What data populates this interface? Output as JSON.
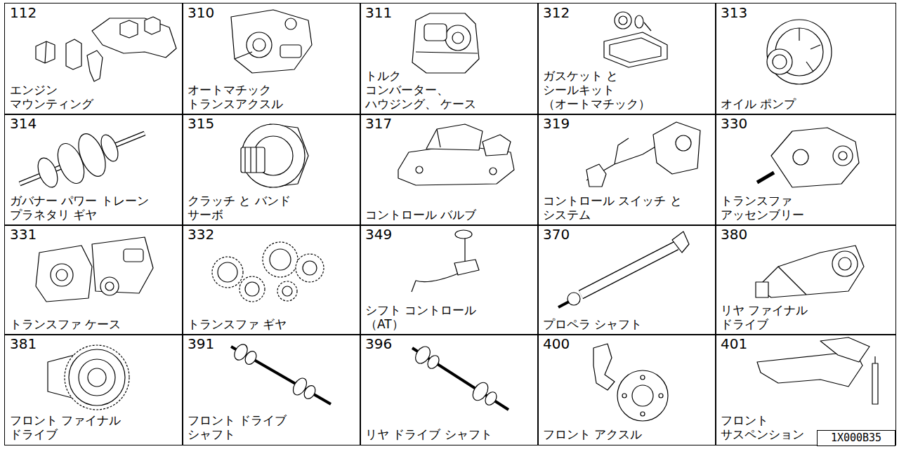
{
  "diagram": {
    "nodes": [
      {
        "text": [
          "112",
          "エンジン マウンティング"
        ]
      },
      {
        "text": [
          "310",
          "オートマチック トランスアクスル"
        ]
      },
      {
        "text": [
          "311",
          "トルク コンバーター、 ハウジング、 ケース"
        ]
      },
      {
        "text": [
          "312",
          "ガスケット と シールキット （オートマチック）"
        ]
      },
      {
        "text": [
          "313",
          "オイル ポンプ"
        ]
      },
      {
        "text": [
          "314",
          "ガバナー パワー トレーン プラネタリ ギヤ"
        ]
      },
      {
        "text": [
          "315",
          "クラッチ と バンド サーボ"
        ]
      },
      {
        "text": [
          "317",
          "コントロール バルブ"
        ]
      },
      {
        "text": [
          "319",
          "コントロール スイッチ と システム"
        ]
      },
      {
        "text": [
          "330",
          "トランスファ アッセンブリー"
        ]
      },
      {
        "text": [
          "331",
          "トランスファ ケース"
        ]
      },
      {
        "text": [
          "332",
          "トランスファ ギヤ"
        ]
      },
      {
        "text": [
          "349",
          "シフト コントロール （AT）"
        ]
      },
      {
        "text": [
          "370",
          "プロペラ シャフト"
        ]
      },
      {
        "text": [
          "380",
          "リヤ ファイナル ドライブ"
        ]
      },
      {
        "text": [
          "381",
          "フロント ファイナル ドライブ"
        ]
      },
      {
        "text": [
          "391",
          "フロント ドライブ シャフト"
        ]
      },
      {
        "text": [
          "396",
          "リヤ ドライブ シャフト"
        ]
      },
      {
        "text": [
          "400",
          "フロント アクスル"
        ]
      },
      {
        "text": [
          "401",
          "フロント サスペンション"
        ]
      },
      {
        "text": [
          "1X000B35"
        ]
      }
    ]
  }
}
